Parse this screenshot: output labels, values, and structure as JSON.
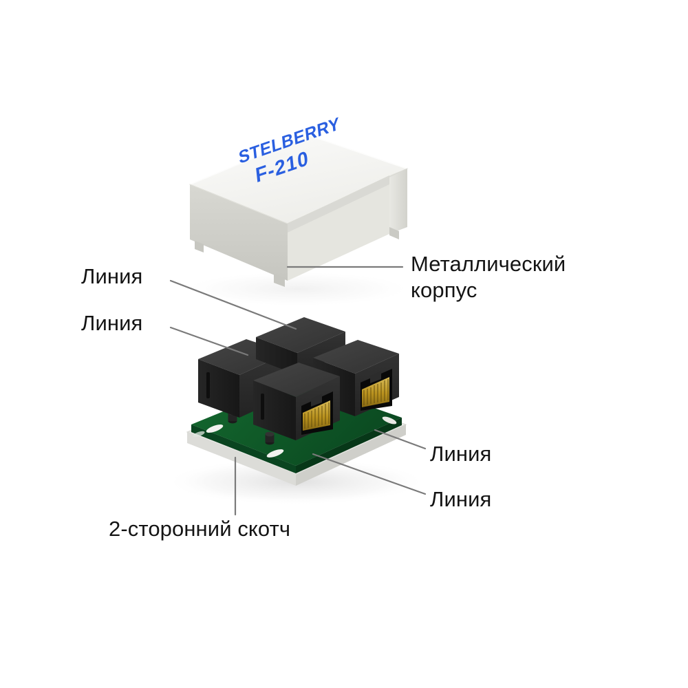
{
  "product": {
    "brand": "STELBERRY",
    "model": "F-210",
    "brand_color": "#2a5fe0"
  },
  "callouts": {
    "housing": "Металлический\nкорпус",
    "line_top_1": "Линия",
    "line_top_2": "Линия",
    "line_right_1": "Линия",
    "line_right_2": "Линия",
    "tape": "2-сторонний скотч"
  },
  "palette": {
    "background": "#ffffff",
    "housing_top": "#f6f6f4",
    "housing_side": "#cfcfc9",
    "housing_inner": "#e2e2dc",
    "jack_top": "#3a3a3a",
    "jack_front": "#2b2b2b",
    "jack_side": "#1e1e1e",
    "pcb_green": "#0e5a2a",
    "pcb_green_edge": "#0a4320",
    "foam_white": "#ebebe8",
    "foam_side": "#d8d8d4",
    "contact_gold": "#c9a227",
    "leader_gray": "#7a7a7a",
    "text": "#141414"
  }
}
